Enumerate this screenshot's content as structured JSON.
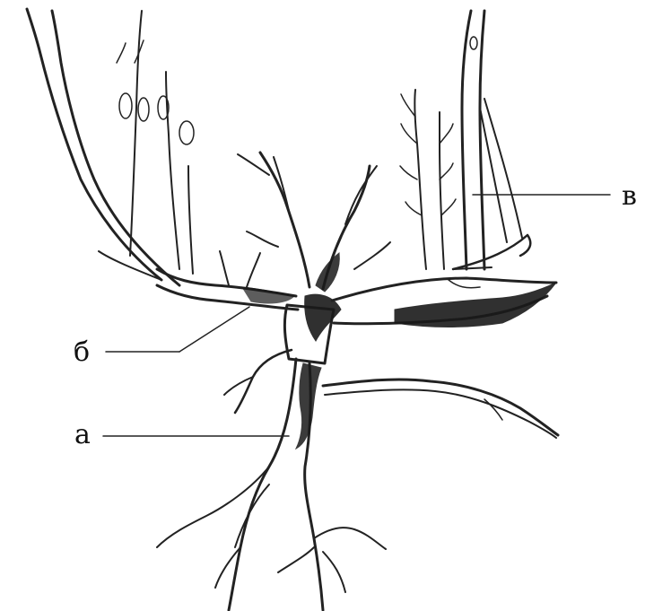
{
  "labels": {
    "a": "а",
    "b": "б",
    "v": "в"
  },
  "colors": {
    "ink": "#222222",
    "background": "#ffffff"
  }
}
